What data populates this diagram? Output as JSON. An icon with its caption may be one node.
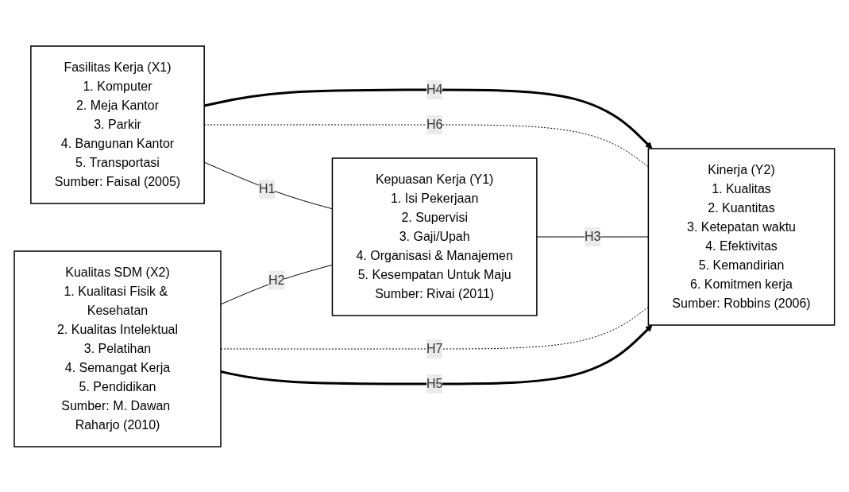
{
  "diagram": {
    "nodes": [
      {
        "text": [
          "Fasilitas Kerja (X1)",
          "1. Komputer",
          "2. Meja Kantor",
          "3. Parkir",
          "4. Bangunan Kantor",
          "5. Transportasi",
          "Sumber: Faisal (2005)"
        ]
      },
      {
        "text": [
          "Kepuasan Kerja (Y1)",
          "1. Isi Pekerjaan",
          "2. Supervisi",
          "3. Gaji/Upah",
          "4. Organisasi & Manajemen",
          "5. Kesempatan Untuk Maju",
          "Sumber: Rivai (2011)"
        ]
      },
      {
        "text": [
          "Kinerja (Y2)",
          "1. Kualitas",
          "2. Kuantitas",
          "3. Ketepatan waktu",
          "4. Efektivitas",
          "5. Kemandirian",
          "6. Komitmen kerja",
          "Sumber: Robbins (2006)"
        ]
      },
      {
        "text": [
          "Kualitas SDM (X2)",
          "1. Kualitasi Fisik & Kesehatan",
          "2. Kualitas Intelektual",
          "3. Pelatihan",
          "4. Semangat Kerja",
          "5. Pendidikan",
          "Sumber: M. Dawan Raharjo (2010)"
        ]
      }
    ],
    "edges": [
      {
        "from": 0,
        "to": 2,
        "arrow": "to",
        "label": "H4",
        "style": "thick"
      },
      {
        "from": 0,
        "to": 1,
        "arrow": "none",
        "label": "H1"
      },
      {
        "from": 0,
        "to": 2,
        "arrow": "none",
        "label": "H6",
        "style": "dashed"
      },
      {
        "from": 1,
        "to": 2,
        "arrow": "none",
        "label": "H3"
      },
      {
        "from": 3,
        "to": 1,
        "arrow": "none",
        "label": "H2"
      },
      {
        "from": 3,
        "to": 2,
        "arrow": "none",
        "label": "H7",
        "style": "dashed"
      },
      {
        "from": 3,
        "to": 2,
        "arrow": "to",
        "label": "H5",
        "style": "thick"
      }
    ]
  }
}
